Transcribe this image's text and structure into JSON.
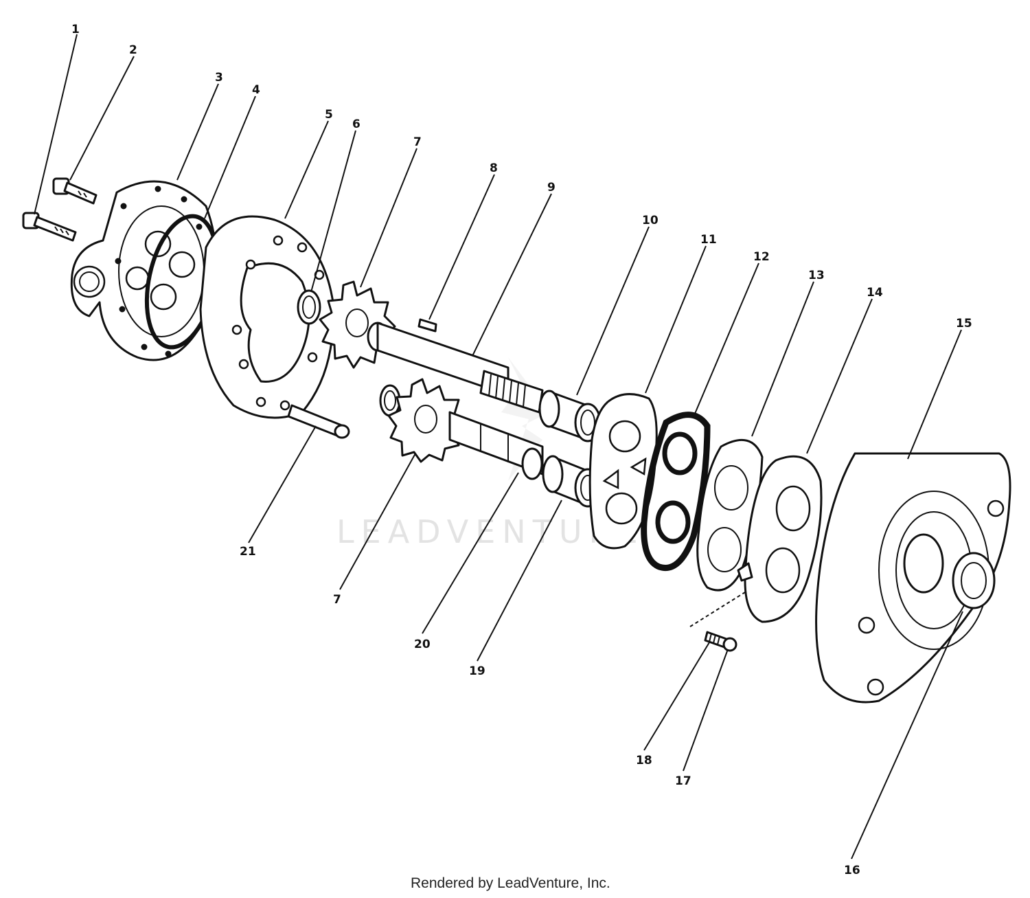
{
  "watermark": "LEADVENTURE",
  "footer": "Rendered by LeadVenture, Inc.",
  "callouts": [
    "1",
    "2",
    "3",
    "4",
    "5",
    "6",
    "7",
    "8",
    "9",
    "10",
    "11",
    "12",
    "13",
    "14",
    "15",
    "16",
    "17",
    "18",
    "19",
    "20",
    "21",
    "7"
  ]
}
